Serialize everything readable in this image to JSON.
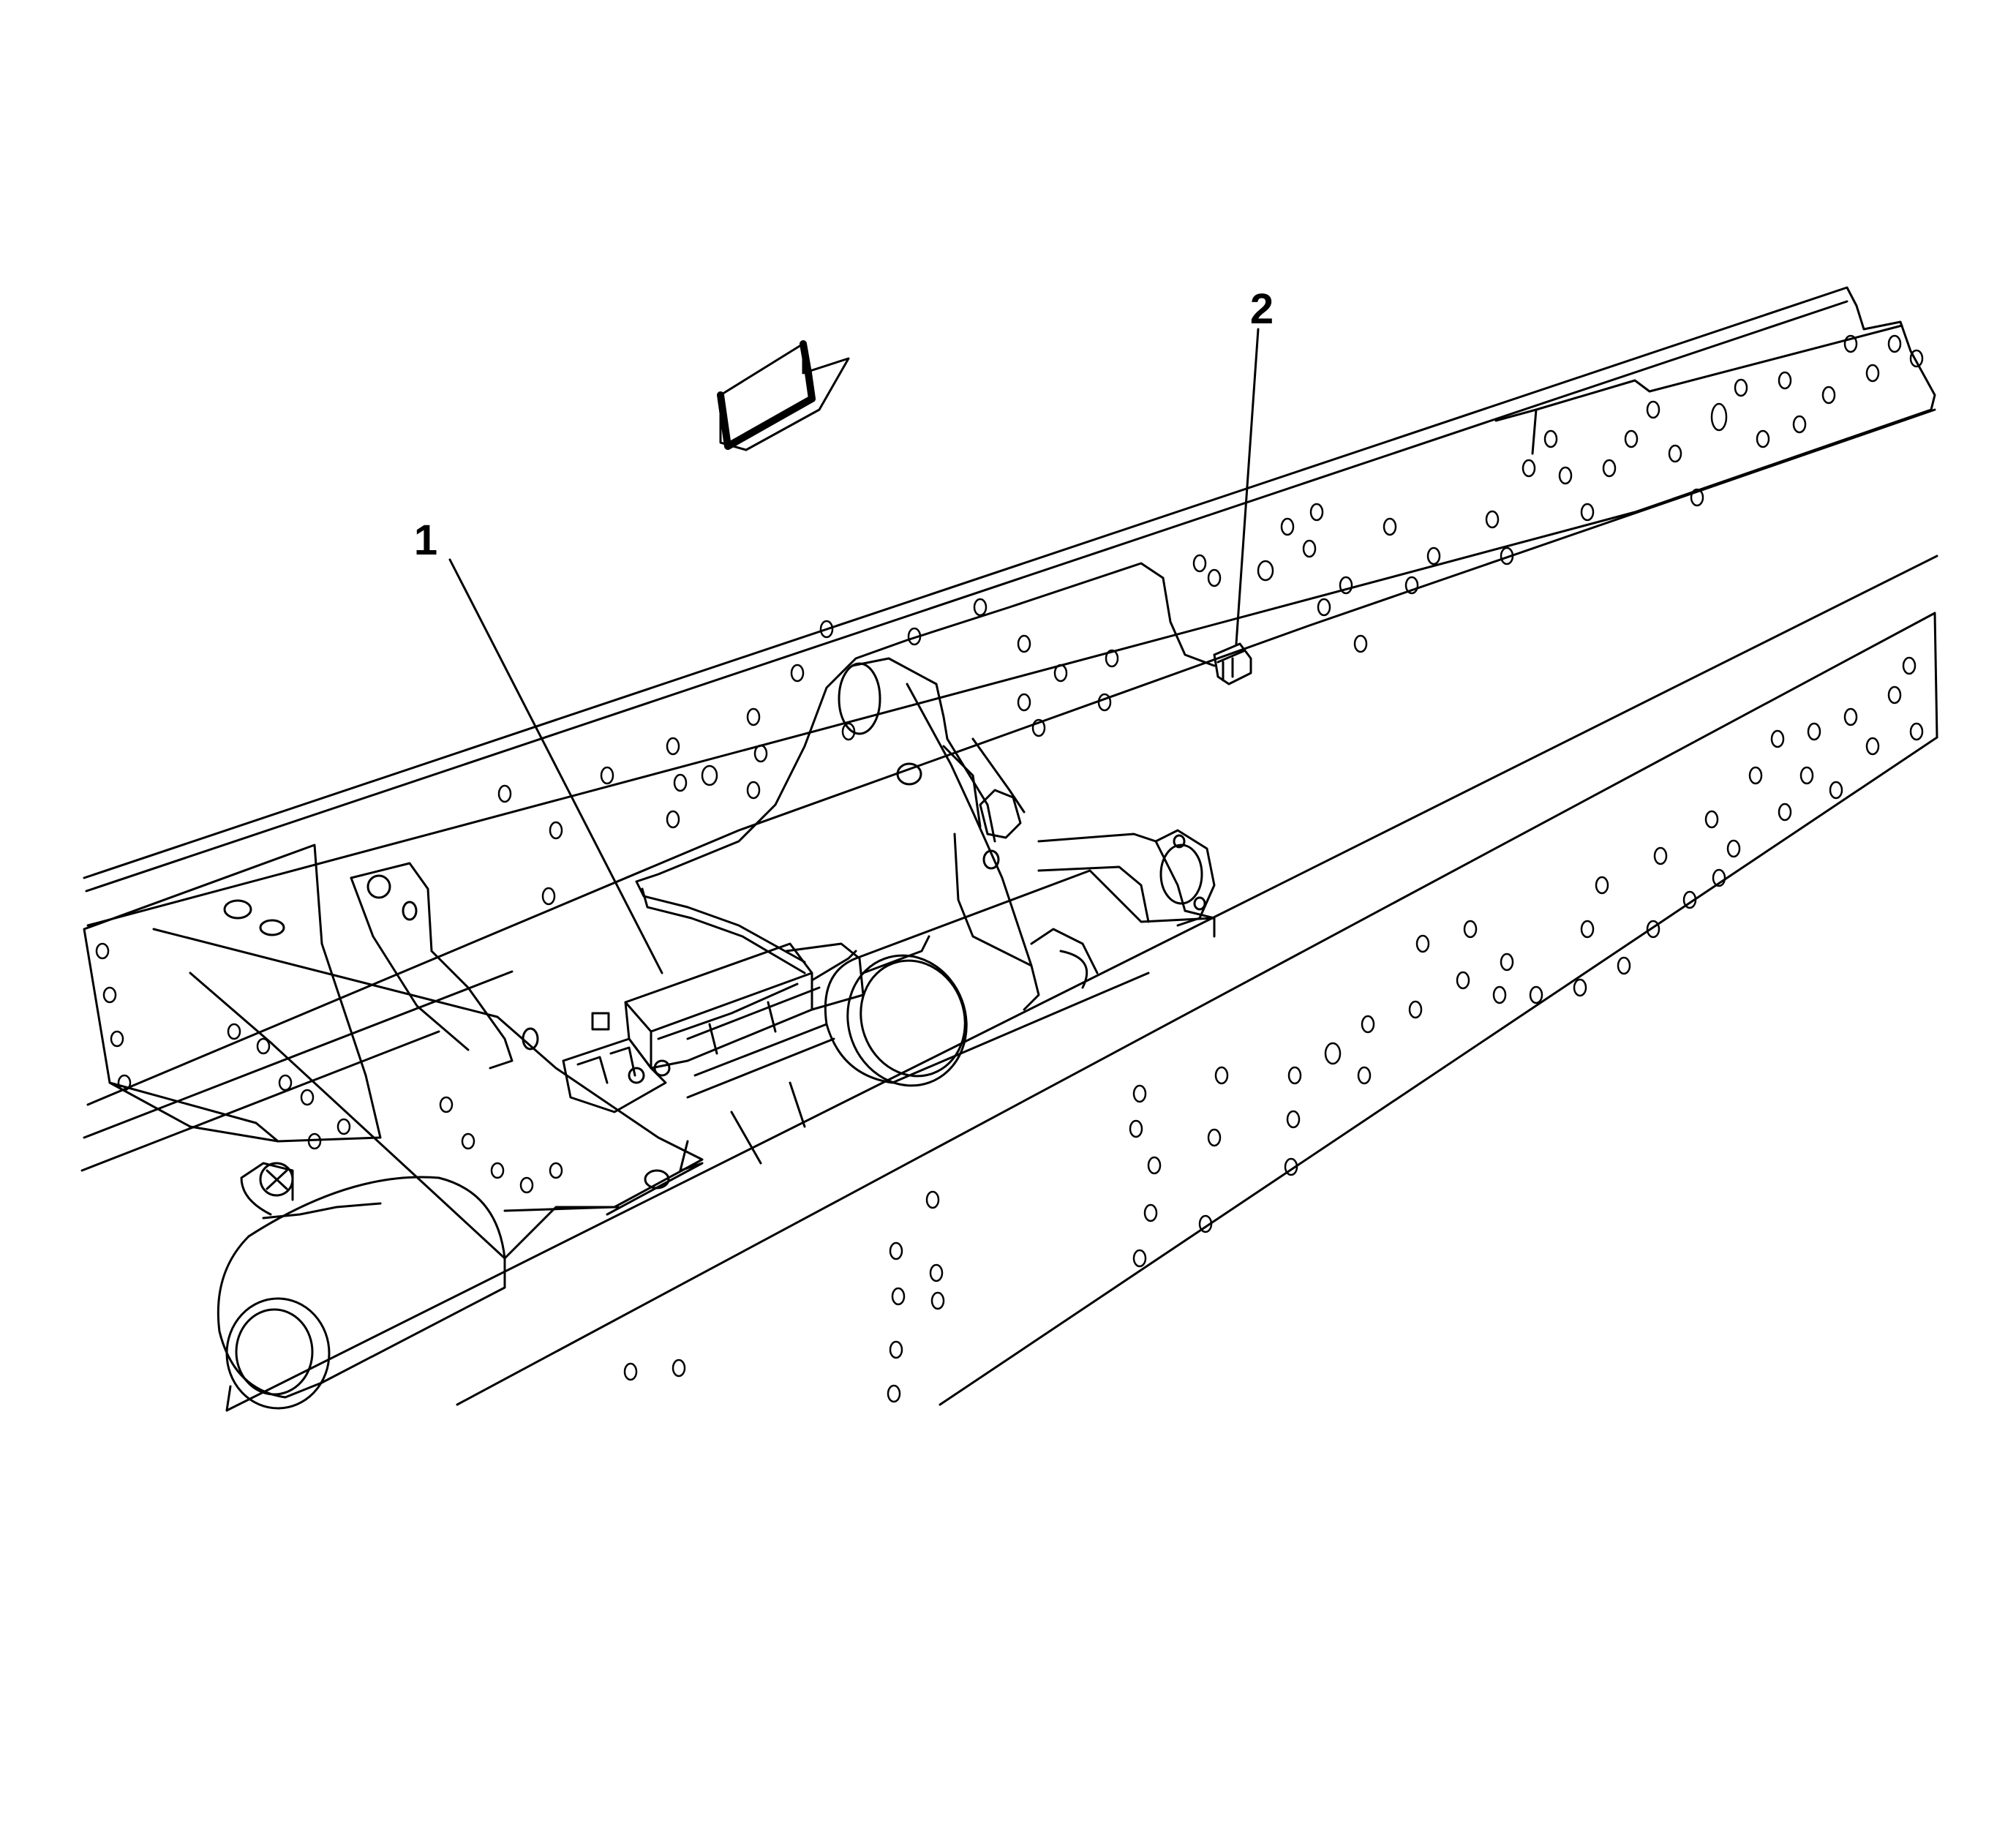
{
  "figure": {
    "callouts": [
      {
        "id": "1",
        "label": "1",
        "target": "module"
      },
      {
        "id": "2",
        "label": "2",
        "target": "connector"
      }
    ],
    "icons": {
      "direction_arrow": "forward-direction-arrow-icon"
    },
    "colors": {
      "stroke": "#000000",
      "background": "#ffffff"
    }
  }
}
